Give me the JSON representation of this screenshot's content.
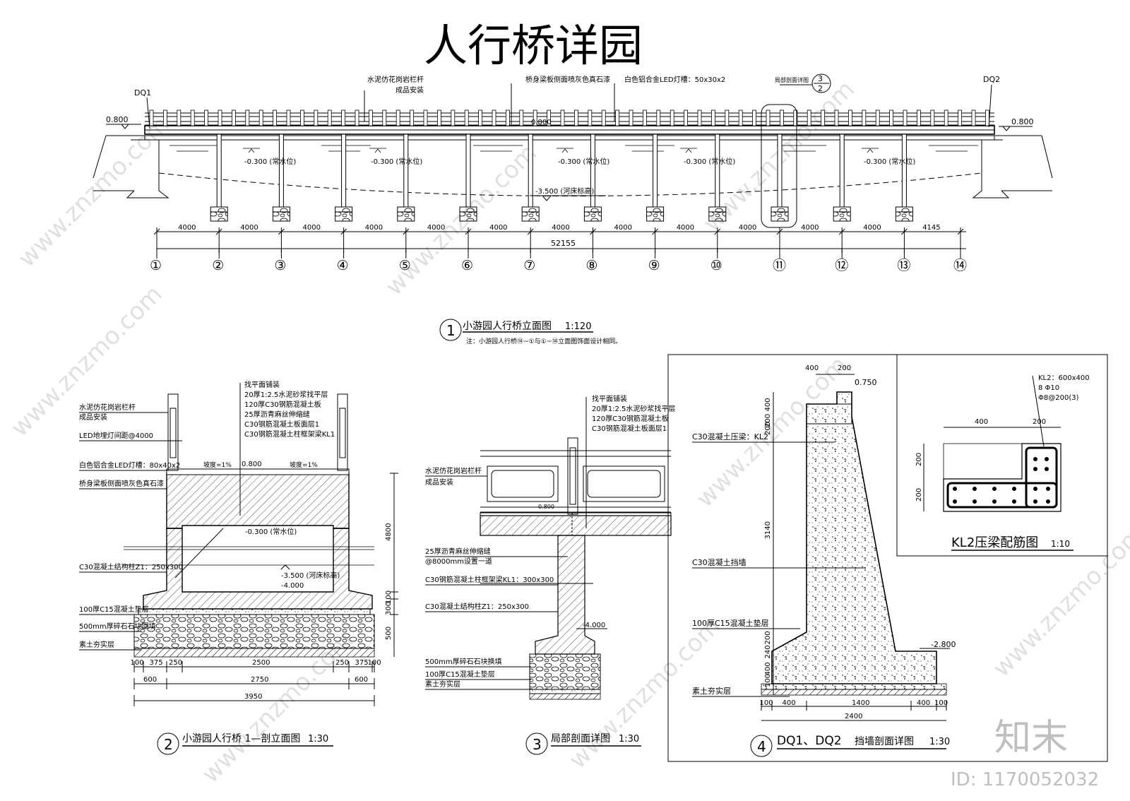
{
  "title": "人行桥详园",
  "watermark": {
    "site": "www.znzmo.com",
    "brand": "知末",
    "id_label": "ID: 1170052032"
  },
  "elevation": {
    "labels": {
      "dq1": "DQ1",
      "dq2": "DQ2",
      "railing": "水泥仿花岗岩栏杆",
      "railing_sub": "成品安装",
      "beam_face": "桥身梁板侧面喷灰色真石漆",
      "led": "白色铝合金LED灯槽：50x30x2",
      "detail_ref": "局部剖面详图",
      "detail_no": "3",
      "detail_den": "2",
      "elev_left": "0.800",
      "elev_mid": "0.800",
      "elev_right": "0.800",
      "water1": "-0.300 (常水位)",
      "water2": "-0.300 (常水位)",
      "water3": "-0.300 (常水位)",
      "water4": "-0.300 (常水位)",
      "water5": "-0.300 (常水位)",
      "riverbed": "-3.500 (河床标高)"
    },
    "spans": [
      "4000",
      "4000",
      "4000",
      "4000",
      "4000",
      "4000",
      "4000",
      "4000",
      "4000",
      "4000",
      "4000",
      "4000",
      "4145"
    ],
    "total": "52155",
    "axes": [
      "①",
      "②",
      "③",
      "④",
      "⑤",
      "⑥",
      "⑦",
      "⑧",
      "⑨",
      "⑩",
      "⑪",
      "⑫",
      "⑬",
      "⑭"
    ],
    "caption_no": "1",
    "caption": "小游园人行桥立面图",
    "scale": "1:120",
    "note": "注：小游园人行桥⑭~①与①~⑭立面图饰面设计相同。"
  },
  "section1": {
    "caption_no": "2",
    "caption": "小游园人行桥 1—剖立面图",
    "scale": "1:30",
    "notes": [
      "找平面铺装",
      "20厚1:2.5水泥砂浆找平层",
      "120厚C30钢筋混凝土板",
      "25厚沥青麻丝伸缩缝",
      "C30钢筋混凝土板面层1",
      "C30钢筋混凝土柱框架梁KL1"
    ],
    "left_labels": [
      "水泥仿花岗岩栏杆",
      "成品安装",
      "LED地埋灯间距@4000",
      "白色铝合金LED灯槽：80x40x2",
      "桥身梁板侧面喷灰色真石漆",
      "C30混凝土结构柱Z1：250x300",
      "100厚C15混凝土垫层",
      "500mm厚碎石石块回填",
      "素土夯实层"
    ],
    "slope_l": "坡度=1%",
    "slope_r": "坡度=1%",
    "elev_top": "0.800",
    "elev_water": "-0.300 (常水位)",
    "elev_bed": "-3.500 (河床标高)",
    "elev_base": "-4.000",
    "vdims": [
      "4800",
      "100",
      "300",
      "500"
    ],
    "dims_row1": [
      "100",
      "375",
      "250",
      "2500",
      "250",
      "375",
      "100"
    ],
    "dims_row2": [
      "600",
      "2750",
      "600"
    ],
    "dims_row3": "3950"
  },
  "section2": {
    "caption_no": "3",
    "caption": "局部剖面详图",
    "scale": "1:30",
    "notes": [
      "找平面铺装",
      "20厚1:2.5水泥砂浆找平层",
      "120厚C30钢筋混凝土板",
      "C30钢筋混凝土板面层1"
    ],
    "left_labels": [
      "水泥仿花岗岩栏杆",
      "成品安装",
      "25厚沥青麻丝伸缩缝",
      "@8000mm设置一道",
      "C30钢筋混凝土柱框架梁KL1：300x300",
      "C30混凝土结构柱Z1：250x300",
      "500mm厚碎石石块换填",
      "100厚C15混凝土垫层",
      "素土夯实层"
    ],
    "elev_top": "0.800",
    "elev_base": "-4.000"
  },
  "section3": {
    "caption_no": "4",
    "caption_a": "DQ1、DQ2",
    "caption_b": "挡墙剖面详图",
    "scale": "1:30",
    "labels": [
      "C30混凝土压梁：KL2",
      "C30混凝土挡墙",
      "100厚C15混凝土垫层",
      "素土夯实层"
    ],
    "elev_top": "0.750",
    "elev_base": "-2.800",
    "top_dims": [
      "400",
      "200"
    ],
    "vdims": [
      "400",
      "200",
      "200",
      "3140",
      "200",
      "240",
      "400",
      "100"
    ],
    "bottom_dims": [
      "100",
      "400",
      "1400",
      "400",
      "100"
    ],
    "bottom_total": "2400"
  },
  "kl2": {
    "header": [
      "KL2：600x400",
      "8 Φ10",
      "Φ8@200(3)"
    ],
    "dims_top": [
      "400",
      "200"
    ],
    "dims_left": [
      "200",
      "200"
    ],
    "caption": "KL2压梁配筋图",
    "scale": "1:10"
  }
}
